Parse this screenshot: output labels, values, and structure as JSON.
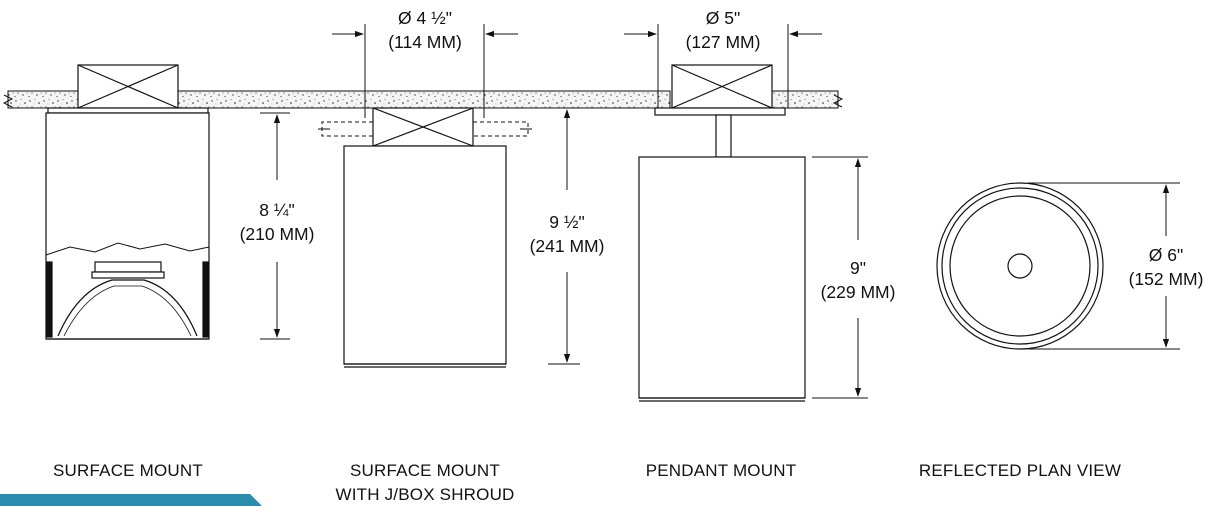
{
  "dimensions": {
    "surface_width": {
      "line1": "Ø 4 ½\"",
      "line2": "(114 MM)"
    },
    "surface_height": {
      "line1": "8 ¼\"",
      "line2": "(210 MM)"
    },
    "shroud_height": {
      "line1": "9 ½\"",
      "line2": "(241 MM)"
    },
    "pendant_width": {
      "line1": "Ø 5\"",
      "line2": "(127 MM)"
    },
    "pendant_height": {
      "line1": "9\"",
      "line2": "(229 MM)"
    },
    "plan_diameter": {
      "line1": "Ø 6\"",
      "line2": "(152 MM)"
    }
  },
  "captions": {
    "surface_mount": "SURFACE MOUNT",
    "shroud_mount_line1": "SURFACE MOUNT",
    "shroud_mount_line2": "WITH J/BOX SHROUD",
    "pendant_mount": "PENDANT MOUNT",
    "plan_view": "REFLECTED PLAN VIEW"
  },
  "colors": {
    "line": "#111111",
    "accent": "#2b8cae",
    "ceiling_fill": "#f2f2f2"
  }
}
